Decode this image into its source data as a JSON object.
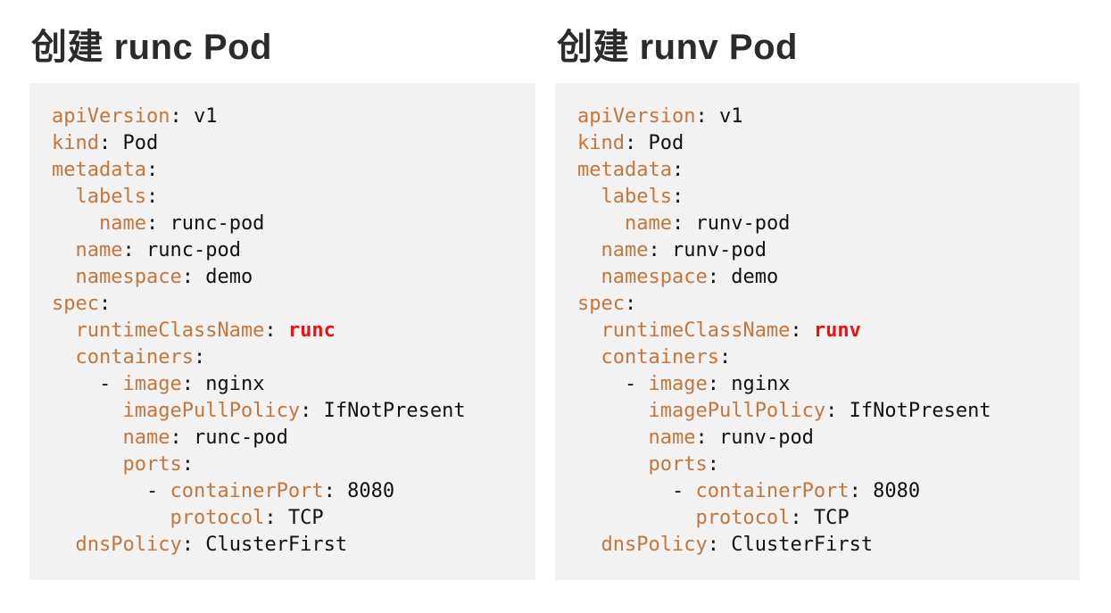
{
  "colors": {
    "key": "#c6763a",
    "plain": "#111111",
    "highlight": "#ee1111",
    "title": "#2b2b2b",
    "code_bg": "#f2f2f2",
    "page_bg": "#ffffff"
  },
  "panels": [
    {
      "id": "runc",
      "title": "创建 runc Pod",
      "lines": [
        [
          [
            "k",
            "apiVersion"
          ],
          [
            "p",
            ": "
          ],
          [
            "v",
            "v1"
          ]
        ],
        [
          [
            "k",
            "kind"
          ],
          [
            "p",
            ": "
          ],
          [
            "v",
            "Pod"
          ]
        ],
        [
          [
            "k",
            "metadata"
          ],
          [
            "p",
            ":"
          ]
        ],
        [
          [
            "p",
            "  "
          ],
          [
            "k",
            "labels"
          ],
          [
            "p",
            ":"
          ]
        ],
        [
          [
            "p",
            "    "
          ],
          [
            "k",
            "name"
          ],
          [
            "p",
            ": "
          ],
          [
            "v",
            "runc-pod"
          ]
        ],
        [
          [
            "p",
            "  "
          ],
          [
            "k",
            "name"
          ],
          [
            "p",
            ": "
          ],
          [
            "v",
            "runc-pod"
          ]
        ],
        [
          [
            "p",
            "  "
          ],
          [
            "k",
            "namespace"
          ],
          [
            "p",
            ": "
          ],
          [
            "v",
            "demo"
          ]
        ],
        [
          [
            "k",
            "spec"
          ],
          [
            "p",
            ":"
          ]
        ],
        [
          [
            "p",
            "  "
          ],
          [
            "k",
            "runtimeClassName"
          ],
          [
            "p",
            ": "
          ],
          [
            "hl",
            "runc"
          ]
        ],
        [
          [
            "p",
            "  "
          ],
          [
            "k",
            "containers"
          ],
          [
            "p",
            ":"
          ]
        ],
        [
          [
            "p",
            "    - "
          ],
          [
            "k",
            "image"
          ],
          [
            "p",
            ": "
          ],
          [
            "v",
            "nginx"
          ]
        ],
        [
          [
            "p",
            "      "
          ],
          [
            "k",
            "imagePullPolicy"
          ],
          [
            "p",
            ": "
          ],
          [
            "v",
            "IfNotPresent"
          ]
        ],
        [
          [
            "p",
            "      "
          ],
          [
            "k",
            "name"
          ],
          [
            "p",
            ": "
          ],
          [
            "v",
            "runc-pod"
          ]
        ],
        [
          [
            "p",
            "      "
          ],
          [
            "k",
            "ports"
          ],
          [
            "p",
            ":"
          ]
        ],
        [
          [
            "p",
            "        - "
          ],
          [
            "k",
            "containerPort"
          ],
          [
            "p",
            ": "
          ],
          [
            "v",
            "8080"
          ]
        ],
        [
          [
            "p",
            "          "
          ],
          [
            "k",
            "protocol"
          ],
          [
            "p",
            ": "
          ],
          [
            "v",
            "TCP"
          ]
        ],
        [
          [
            "p",
            "  "
          ],
          [
            "k",
            "dnsPolicy"
          ],
          [
            "p",
            ": "
          ],
          [
            "v",
            "ClusterFirst"
          ]
        ]
      ]
    },
    {
      "id": "runv",
      "title": "创建 runv Pod",
      "lines": [
        [
          [
            "k",
            "apiVersion"
          ],
          [
            "p",
            ": "
          ],
          [
            "v",
            "v1"
          ]
        ],
        [
          [
            "k",
            "kind"
          ],
          [
            "p",
            ": "
          ],
          [
            "v",
            "Pod"
          ]
        ],
        [
          [
            "k",
            "metadata"
          ],
          [
            "p",
            ":"
          ]
        ],
        [
          [
            "p",
            "  "
          ],
          [
            "k",
            "labels"
          ],
          [
            "p",
            ":"
          ]
        ],
        [
          [
            "p",
            "    "
          ],
          [
            "k",
            "name"
          ],
          [
            "p",
            ": "
          ],
          [
            "v",
            "runv-pod"
          ]
        ],
        [
          [
            "p",
            "  "
          ],
          [
            "k",
            "name"
          ],
          [
            "p",
            ": "
          ],
          [
            "v",
            "runv-pod"
          ]
        ],
        [
          [
            "p",
            "  "
          ],
          [
            "k",
            "namespace"
          ],
          [
            "p",
            ": "
          ],
          [
            "v",
            "demo"
          ]
        ],
        [
          [
            "k",
            "spec"
          ],
          [
            "p",
            ":"
          ]
        ],
        [
          [
            "p",
            "  "
          ],
          [
            "k",
            "runtimeClassName"
          ],
          [
            "p",
            ": "
          ],
          [
            "hl",
            "runv"
          ]
        ],
        [
          [
            "p",
            "  "
          ],
          [
            "k",
            "containers"
          ],
          [
            "p",
            ":"
          ]
        ],
        [
          [
            "p",
            "    - "
          ],
          [
            "k",
            "image"
          ],
          [
            "p",
            ": "
          ],
          [
            "v",
            "nginx"
          ]
        ],
        [
          [
            "p",
            "      "
          ],
          [
            "k",
            "imagePullPolicy"
          ],
          [
            "p",
            ": "
          ],
          [
            "v",
            "IfNotPresent"
          ]
        ],
        [
          [
            "p",
            "      "
          ],
          [
            "k",
            "name"
          ],
          [
            "p",
            ": "
          ],
          [
            "v",
            "runv-pod"
          ]
        ],
        [
          [
            "p",
            "      "
          ],
          [
            "k",
            "ports"
          ],
          [
            "p",
            ":"
          ]
        ],
        [
          [
            "p",
            "        - "
          ],
          [
            "k",
            "containerPort"
          ],
          [
            "p",
            ": "
          ],
          [
            "v",
            "8080"
          ]
        ],
        [
          [
            "p",
            "          "
          ],
          [
            "k",
            "protocol"
          ],
          [
            "p",
            ": "
          ],
          [
            "v",
            "TCP"
          ]
        ],
        [
          [
            "p",
            "  "
          ],
          [
            "k",
            "dnsPolicy"
          ],
          [
            "p",
            ": "
          ],
          [
            "v",
            "ClusterFirst"
          ]
        ]
      ]
    }
  ]
}
